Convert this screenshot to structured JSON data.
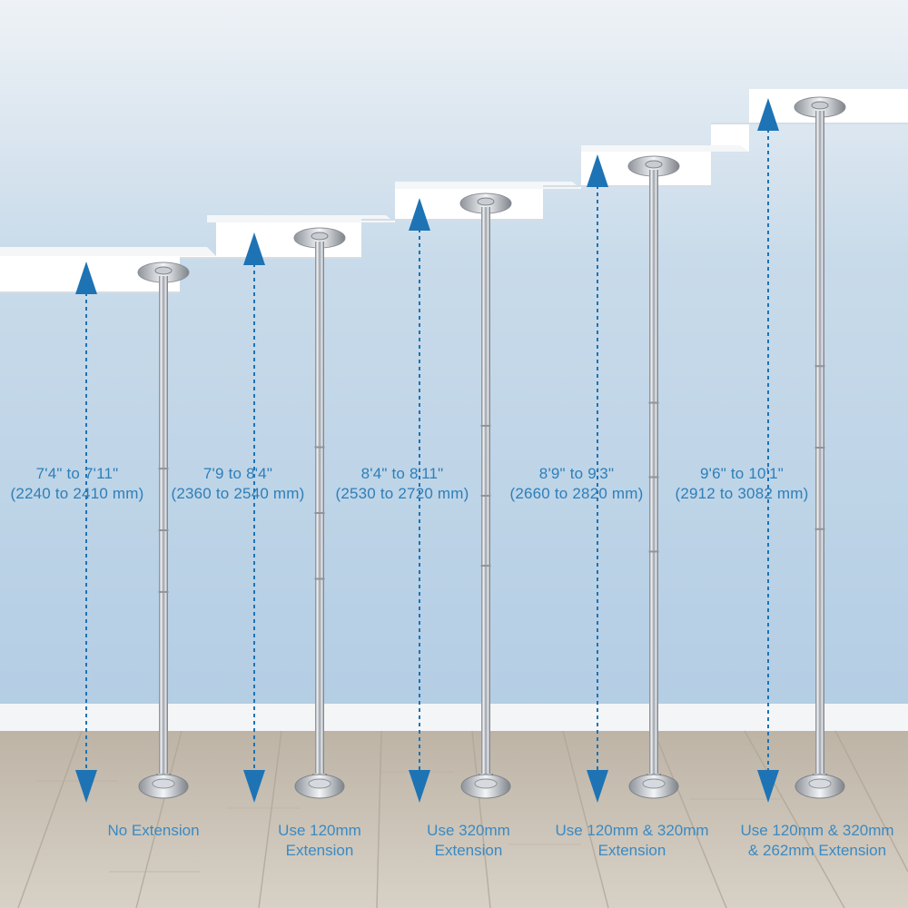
{
  "colors": {
    "wall": "#bcd4e8",
    "ceiling": "#ffffff",
    "floor": "#cfc6b8",
    "arrow": "#1e73b4",
    "text": "#2d7fb9"
  },
  "poles": [
    {
      "height_imperial": "7'4\" to 7'11\"",
      "height_metric": "(2240 to 2410 mm)",
      "config": "No Extension"
    },
    {
      "height_imperial": "7'9 to 8'4\"",
      "height_metric": "(2360 to 2540 mm)",
      "config": "Use 120mm\nExtension"
    },
    {
      "height_imperial": "8'4\" to 8'11\"",
      "height_metric": "(2530 to 2720 mm)",
      "config": "Use 320mm\nExtension"
    },
    {
      "height_imperial": "8'9\" to 9'3\"",
      "height_metric": "(2660 to 2820 mm)",
      "config": "Use 120mm & 320mm\nExtension"
    },
    {
      "height_imperial": "9'6\" to 10'1\"",
      "height_metric": "(2912 to 3082 mm)",
      "config": "Use 120mm & 320mm\n& 262mm Extension"
    }
  ]
}
